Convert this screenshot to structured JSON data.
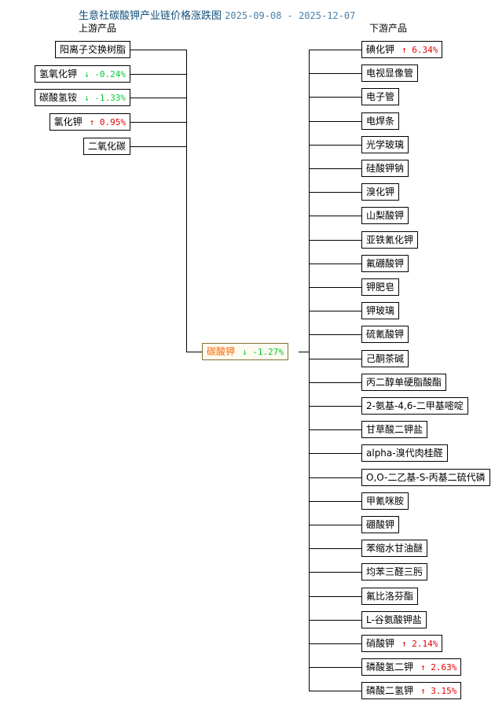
{
  "header": {
    "title": "生意社碳酸钾产业链价格涨跌图",
    "date_range": "2025-09-08 - 2025-12-07",
    "title_color": "#12507b",
    "date_color": "#4a7fa8"
  },
  "columns": {
    "upstream_label": "上游产品",
    "downstream_label": "下游产品"
  },
  "colors": {
    "up": "#e30000",
    "down": "#00cc33",
    "center_text": "#ff6600",
    "center_border": "#8a6d3b",
    "center_bg": "#fbfbf0"
  },
  "center": {
    "name": "碳酸钾",
    "change": "-1.27%",
    "direction": "down",
    "arrow": "↓",
    "pct_text": "↓ -1.27%"
  },
  "upstream": [
    {
      "name": "阳离子交换树脂",
      "change": "",
      "direction": "none",
      "pct_text": ""
    },
    {
      "name": "氢氧化钾",
      "change": "-0.24%",
      "direction": "down",
      "pct_text": "↓ -0.24%"
    },
    {
      "name": "碳酸氢铵",
      "change": "-1.33%",
      "direction": "down",
      "pct_text": "↓ -1.33%"
    },
    {
      "name": "氯化钾",
      "change": "0.95%",
      "direction": "up",
      "pct_text": "↑ 0.95%"
    },
    {
      "name": "二氧化碳",
      "change": "",
      "direction": "none",
      "pct_text": ""
    }
  ],
  "downstream": [
    {
      "name": "碘化钾",
      "change": "6.34%",
      "direction": "up",
      "pct_text": "↑ 6.34%"
    },
    {
      "name": "电视显像管",
      "change": "",
      "direction": "none",
      "pct_text": ""
    },
    {
      "name": "电子管",
      "change": "",
      "direction": "none",
      "pct_text": ""
    },
    {
      "name": "电焊条",
      "change": "",
      "direction": "none",
      "pct_text": ""
    },
    {
      "name": "光学玻璃",
      "change": "",
      "direction": "none",
      "pct_text": ""
    },
    {
      "name": "硅酸钾钠",
      "change": "",
      "direction": "none",
      "pct_text": ""
    },
    {
      "name": "溴化钾",
      "change": "",
      "direction": "none",
      "pct_text": ""
    },
    {
      "name": "山梨酸钾",
      "change": "",
      "direction": "none",
      "pct_text": ""
    },
    {
      "name": "亚铁氰化钾",
      "change": "",
      "direction": "none",
      "pct_text": ""
    },
    {
      "name": "氟硼酸钾",
      "change": "",
      "direction": "none",
      "pct_text": ""
    },
    {
      "name": "钾肥皂",
      "change": "",
      "direction": "none",
      "pct_text": ""
    },
    {
      "name": "钾玻璃",
      "change": "",
      "direction": "none",
      "pct_text": ""
    },
    {
      "name": "硫氰酸钾",
      "change": "",
      "direction": "none",
      "pct_text": ""
    },
    {
      "name": "己酮茶碱",
      "change": "",
      "direction": "none",
      "pct_text": ""
    },
    {
      "name": "丙二醇单硬脂酸酯",
      "change": "",
      "direction": "none",
      "pct_text": ""
    },
    {
      "name": "2-氨基-4,6-二甲基嘧啶",
      "change": "",
      "direction": "none",
      "pct_text": ""
    },
    {
      "name": "甘草酸二钾盐",
      "change": "",
      "direction": "none",
      "pct_text": ""
    },
    {
      "name": "alpha-溴代肉桂醛",
      "change": "",
      "direction": "none",
      "pct_text": ""
    },
    {
      "name": "O,O-二乙基-S-丙基二硫代磷",
      "change": "",
      "direction": "none",
      "pct_text": ""
    },
    {
      "name": "甲氰咪胺",
      "change": "",
      "direction": "none",
      "pct_text": ""
    },
    {
      "name": "硼酸钾",
      "change": "",
      "direction": "none",
      "pct_text": ""
    },
    {
      "name": "苯缩水甘油醚",
      "change": "",
      "direction": "none",
      "pct_text": ""
    },
    {
      "name": "均苯三醛三肟",
      "change": "",
      "direction": "none",
      "pct_text": ""
    },
    {
      "name": "氟比洛芬酯",
      "change": "",
      "direction": "none",
      "pct_text": ""
    },
    {
      "name": "L-谷氨酸钾盐",
      "change": "",
      "direction": "none",
      "pct_text": ""
    },
    {
      "name": "硝酸钾",
      "change": "2.14%",
      "direction": "up",
      "pct_text": "↑ 2.14%"
    },
    {
      "name": "磷酸氢二钾",
      "change": "2.63%",
      "direction": "up",
      "pct_text": "↑ 2.63%"
    },
    {
      "name": "磷酸二氢钾",
      "change": "3.15%",
      "direction": "up",
      "pct_text": "↑ 3.15%"
    }
  ]
}
